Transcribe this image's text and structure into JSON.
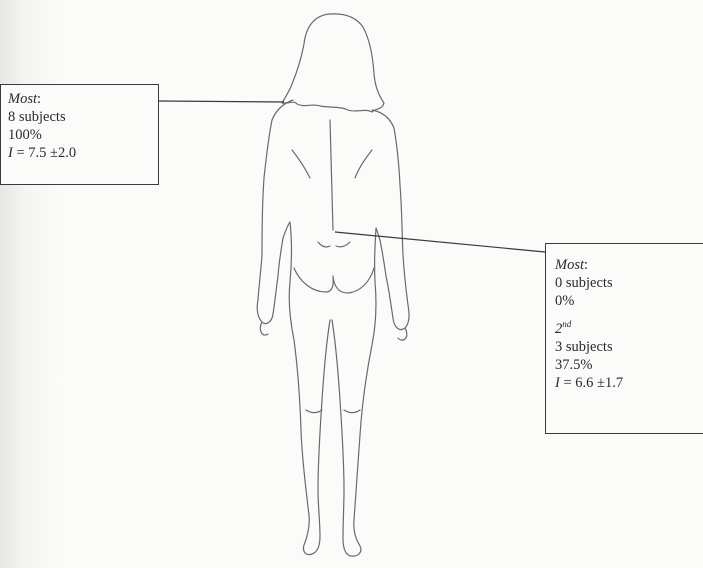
{
  "callouts": {
    "shoulder": {
      "rank_label": "Most",
      "colon": ":",
      "subjects": "8 subjects",
      "percent": "100%",
      "intensity_var": "I",
      "intensity_value": " = 7.5 ±2.0"
    },
    "lower_back": {
      "rank_label": "Most",
      "colon": ":",
      "subjects": "0 subjects",
      "percent": "0%",
      "second_num": "2",
      "second_sup": "nd",
      "second_subjects": "3 subjects",
      "second_percent": "37.5%",
      "intensity_var": "I",
      "intensity_value": " = 6.6 ±1.7"
    }
  },
  "colors": {
    "line": "#3a3a3a",
    "figure_stroke": "#6a6a6a",
    "background": "#fbfbfa"
  }
}
